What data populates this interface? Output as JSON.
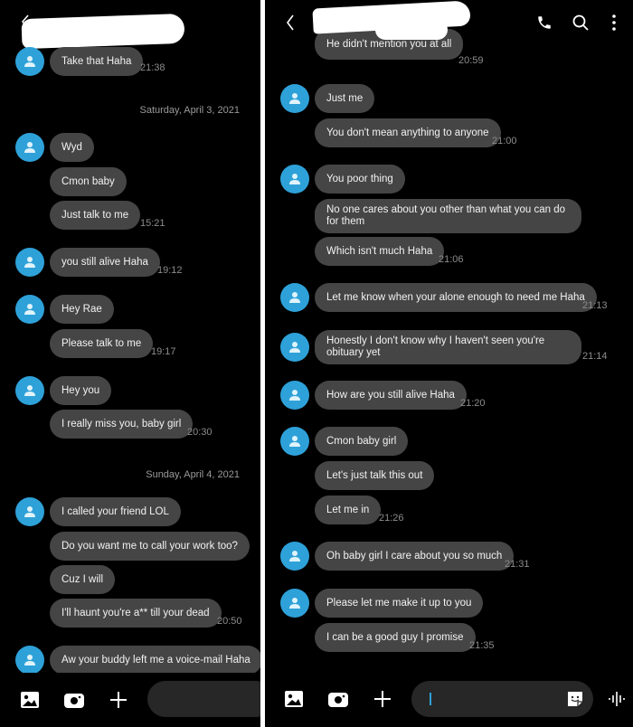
{
  "theme": {
    "background": "#000000",
    "bubble": "#454545",
    "avatar": "#2ea1d9",
    "accent": "#2ea1d9",
    "divider": "#ffffff",
    "input": "#272727"
  },
  "left_panel": {
    "header": {
      "back_icon": "chevron-left-icon",
      "title_redacted": true
    },
    "messages": [
      {
        "text": "Take that Haha",
        "time": "21:38",
        "avatar": true
      },
      {
        "date_divider": "Saturday, April 3, 2021"
      },
      {
        "text": "Wyd",
        "avatar": true
      },
      {
        "text": "Cmon baby"
      },
      {
        "text": "Just talk to me",
        "time": "15:21"
      },
      {
        "text": "you still alive Haha",
        "time": "19:12",
        "avatar": true
      },
      {
        "text": "Hey Rae",
        "avatar": true
      },
      {
        "text": "Please talk to me",
        "time": "19:17"
      },
      {
        "text": "Hey you",
        "avatar": true
      },
      {
        "text": "I really miss you, baby girl",
        "time": "20:30"
      },
      {
        "date_divider": "Sunday, April 4, 2021"
      },
      {
        "text": "I called your friend LOL",
        "avatar": true
      },
      {
        "text": "Do you want me to call your work too?"
      },
      {
        "text": "Cuz I will"
      },
      {
        "text": "I'll haunt you're a** till your dead",
        "time": "20:50",
        "partially_censored": true
      },
      {
        "text": "Aw your buddy left me a voice-mail Haha",
        "avatar": true
      }
    ],
    "bottom_bar": {
      "icons": [
        "gallery-icon",
        "camera-icon",
        "plus-icon"
      ]
    }
  },
  "right_panel": {
    "header": {
      "back_icon": "chevron-left-icon",
      "title_redacted": true,
      "actions": [
        "phone-icon",
        "search-icon",
        "more-icon"
      ]
    },
    "messages": [
      {
        "text": "He didn't mention you at all",
        "time": "20:59"
      },
      {
        "text": "Just me",
        "avatar": true
      },
      {
        "text": "You don't mean anything to anyone",
        "time": "21:00"
      },
      {
        "text": "You poor thing",
        "avatar": true
      },
      {
        "text": "No one cares about you other than what you can do for them"
      },
      {
        "text": "Which isn't much Haha",
        "time": "21:06"
      },
      {
        "text": "Let me know when your alone enough to need me Haha",
        "time": "21:13",
        "avatar": true
      },
      {
        "text": "Honestly I don't know why I haven't seen you're obituary yet",
        "time": "21:14",
        "avatar": true
      },
      {
        "text": "How are you still alive Haha",
        "time": "21:20",
        "avatar": true
      },
      {
        "text": "Cmon baby girl",
        "avatar": true
      },
      {
        "text": "Let's just talk this out"
      },
      {
        "text": "Let me in",
        "time": "21:26"
      },
      {
        "text": "Oh baby girl I care about you so much",
        "time": "21:31",
        "avatar": true
      },
      {
        "text": "Please let me make it up to you",
        "avatar": true
      },
      {
        "text": "I can be a good guy I promise",
        "time": "21:35"
      }
    ],
    "bottom_bar": {
      "icons": [
        "gallery-icon",
        "camera-icon",
        "plus-icon"
      ],
      "input_value": "",
      "sticker_icon": "sticker-icon",
      "voice_icon": "voice-wave-icon"
    }
  }
}
